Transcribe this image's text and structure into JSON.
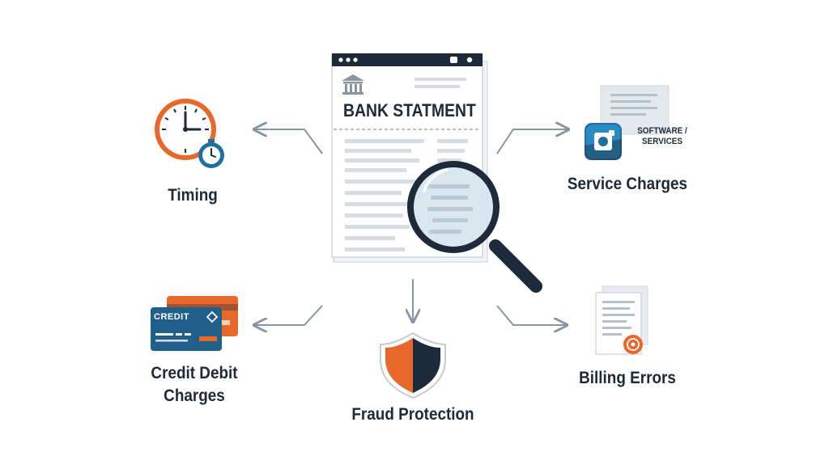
{
  "document": {
    "title": "BANK STATMENT"
  },
  "branches": {
    "timing": "Timing",
    "service_charges": "Service Charges",
    "service_icon_caption_line1": "SOFTWARE /",
    "service_icon_caption_line2": "SERVICES",
    "credit_debit": "Credit Debit Charges",
    "card_label": "CREDIT",
    "fraud_protection": "Fraud Protection",
    "billing_errors": "Billing Errors"
  },
  "colors": {
    "navy": "#1c2a3a",
    "orange": "#e8672a",
    "blue": "#1f6f9f",
    "gray": "#8896a3",
    "light_gray": "#d6dde3"
  }
}
